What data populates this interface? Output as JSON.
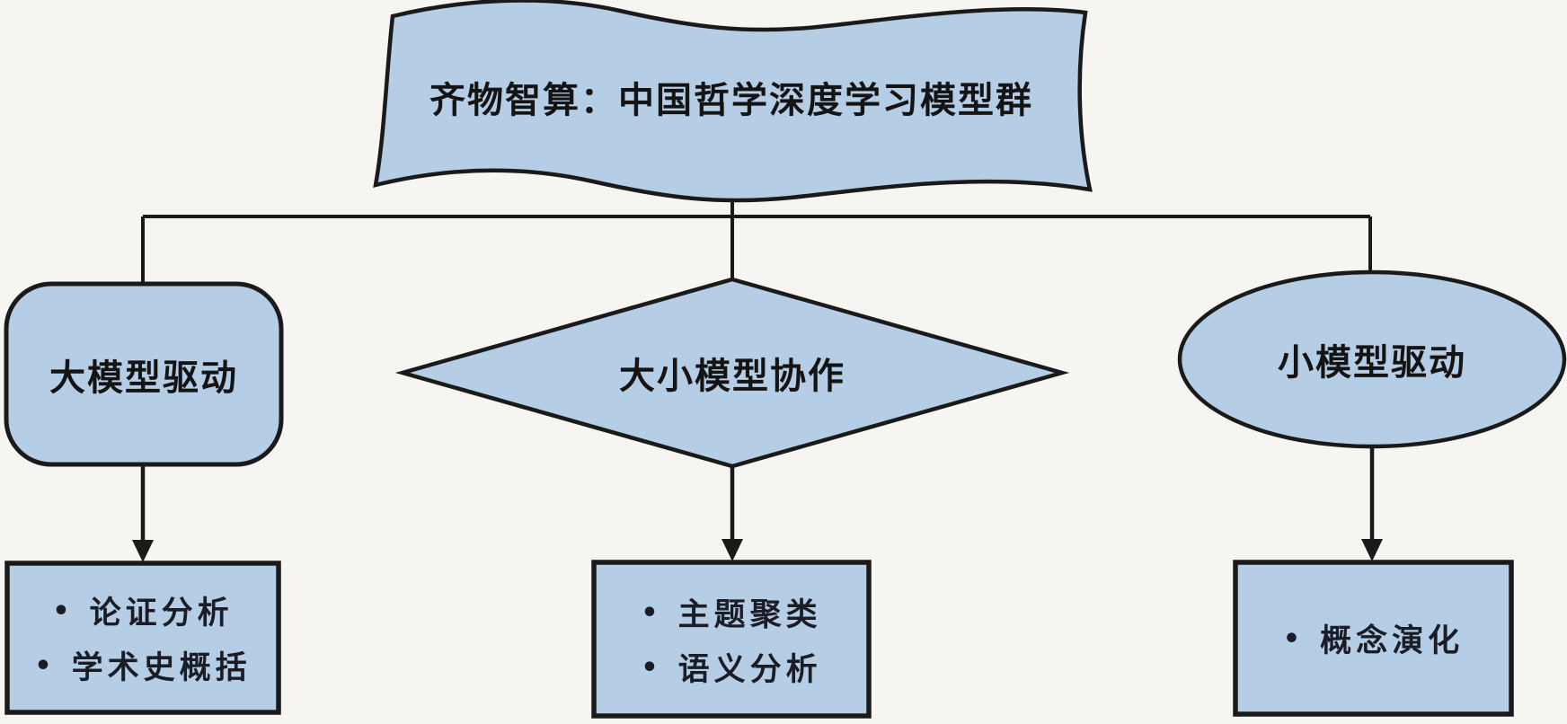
{
  "diagram": {
    "background_color": "#f7f5f2",
    "shape_fill_color": "#b6cde6",
    "shape_stroke_color": "#1a1a1a",
    "bullet_char": "•",
    "title": {
      "text": "齐物智算：中国哲学深度学习模型群",
      "shape": "wave-banner"
    },
    "branches": [
      {
        "label": "大模型驱动",
        "shape": "rounded-rectangle",
        "items": [
          "论证分析",
          "学术史概括"
        ]
      },
      {
        "label": "大小模型协作",
        "shape": "diamond",
        "items": [
          "主题聚类",
          "语义分析"
        ]
      },
      {
        "label": "小模型驱动",
        "shape": "ellipse",
        "items": [
          "概念演化"
        ]
      }
    ]
  }
}
